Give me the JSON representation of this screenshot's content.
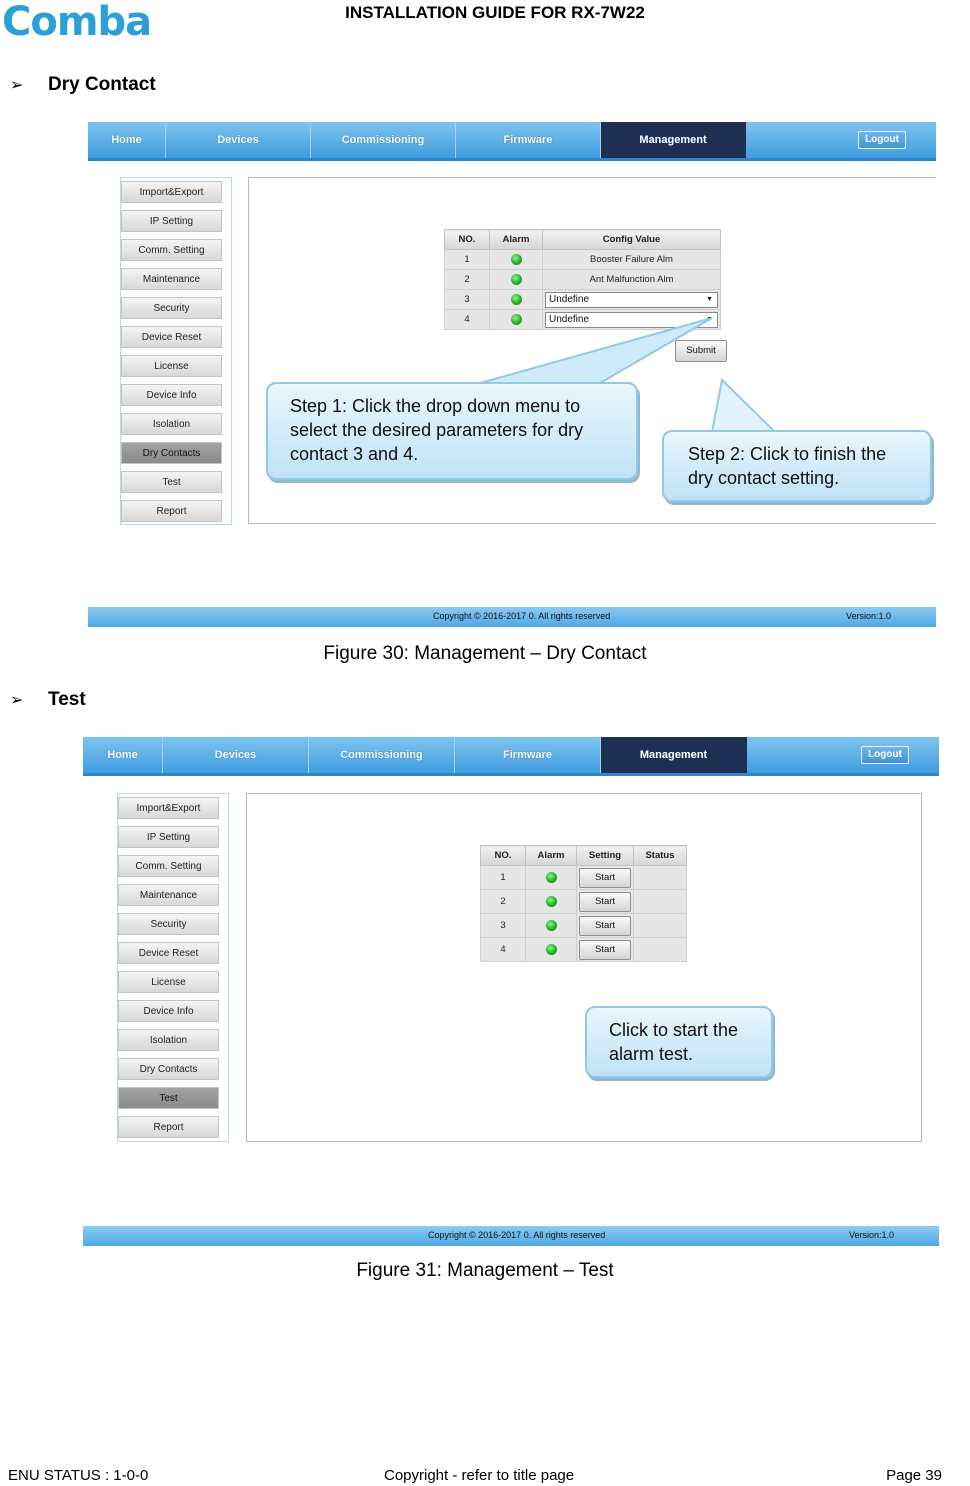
{
  "header": {
    "logo": "Comba",
    "title": "INSTALLATION GUIDE FOR RX-7W22"
  },
  "sections": [
    {
      "heading": "Dry Contact",
      "caption": "Figure 30: Management – Dry Contact"
    },
    {
      "heading": "Test",
      "caption": "Figure 31: Management – Test"
    }
  ],
  "nav": [
    "Home",
    "Devices",
    "Commissioning",
    "Firmware",
    "Management"
  ],
  "logout": "Logout",
  "sidebar": [
    "Import&Export",
    "IP Setting",
    "Comm. Setting",
    "Maintenance",
    "Security",
    "Device Reset",
    "License",
    "Device Info",
    "Isolation",
    "Dry Contacts",
    "Test",
    "Report"
  ],
  "sidebar_active_fig1": "Dry Contacts",
  "sidebar_active_fig2": "Test",
  "footbar": {
    "copyright": "Copyright © 2016-2017 0. All rights reserved",
    "version": "Version:1.0"
  },
  "drycontact_table": {
    "headers": [
      "NO.",
      "Alarm",
      "Config Value"
    ],
    "rows": [
      {
        "no": "1",
        "value": "Booster Failure Alm"
      },
      {
        "no": "2",
        "value": "Ant Malfunction Alm"
      },
      {
        "no": "3",
        "value": "Undefine"
      },
      {
        "no": "4",
        "value": "Undefine"
      }
    ],
    "submit": "Submit"
  },
  "test_table": {
    "headers": [
      "NO.",
      "Alarm",
      "Setting",
      "Status"
    ],
    "rows": [
      "1",
      "2",
      "3",
      "4"
    ],
    "start": "Start"
  },
  "callouts": {
    "step1": "Step 1: Click the drop down menu to select the desired parameters for dry contact 3 and 4.",
    "step2": "Step 2: Click to finish the dry contact setting.",
    "test": "Click to start the alarm test."
  },
  "footer": {
    "status": "ENU STATUS : 1-0-0",
    "copyright": "Copyright - refer to title page",
    "page": "Page 39"
  },
  "colors": {
    "nav": "#3f9de0",
    "nav_active": "#1d2f52",
    "led": "#22b022",
    "callout": "#bfe3f5"
  }
}
